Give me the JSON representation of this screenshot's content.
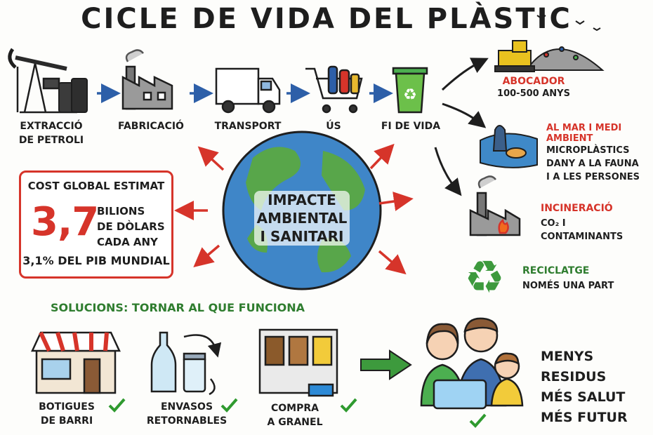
{
  "title": "CICLE DE VIDA DEL PLÀSTIC",
  "stages": [
    {
      "label_lines": [
        "EXTRACCIÓ",
        "DE PETROLI"
      ]
    },
    {
      "label_lines": [
        "FABRICACIÓ"
      ]
    },
    {
      "label_lines": [
        "TRANSPORT"
      ]
    },
    {
      "label_lines": [
        "ÚS"
      ]
    },
    {
      "label_lines": [
        "FI DE VIDA"
      ]
    }
  ],
  "destinations": {
    "landfill": {
      "title": "ABOCADOR",
      "lines": [
        "100-500 ANYS"
      ]
    },
    "sea": {
      "title": "AL MAR I MEDI AMBIENT",
      "lines": [
        "MICROPLÀSTICS",
        "DANY A LA FAUNA",
        "I A LES PERSONES"
      ]
    },
    "incineration": {
      "title": "INCINERACIÓ",
      "lines": [
        "CO₂ I CONTAMINANTS"
      ]
    },
    "recycling": {
      "title": "RECICLATGE",
      "lines": [
        "NOMÉS UNA PART"
      ]
    }
  },
  "center": {
    "lines": [
      "IMPACTE",
      "AMBIENTAL",
      "I SANITARI"
    ]
  },
  "cost": {
    "heading": "COST GLOBAL ESTIMAT",
    "value": "3,7",
    "desc_lines": [
      "BILIONS",
      "DE DÒLARS",
      "CADA ANY"
    ],
    "gdp": "3,1% DEL PIB MUNDIAL"
  },
  "solutions": {
    "title": "SOLUCIONS: TORNAR AL QUE FUNCIONA",
    "items": [
      {
        "label_lines": [
          "BOTIGUES",
          "DE BARRI"
        ]
      },
      {
        "label_lines": [
          "ENVASOS",
          "RETORNABLES"
        ]
      },
      {
        "label_lines": [
          "COMPRA",
          "A GRANEL"
        ]
      }
    ]
  },
  "outcome": {
    "lines": [
      "MENYS RESIDUS",
      "MÉS SALUT",
      "MÉS FUTUR"
    ]
  },
  "colors": {
    "red": "#d6342a",
    "green": "#2f7d2f",
    "blue": "#2d5fa8"
  }
}
